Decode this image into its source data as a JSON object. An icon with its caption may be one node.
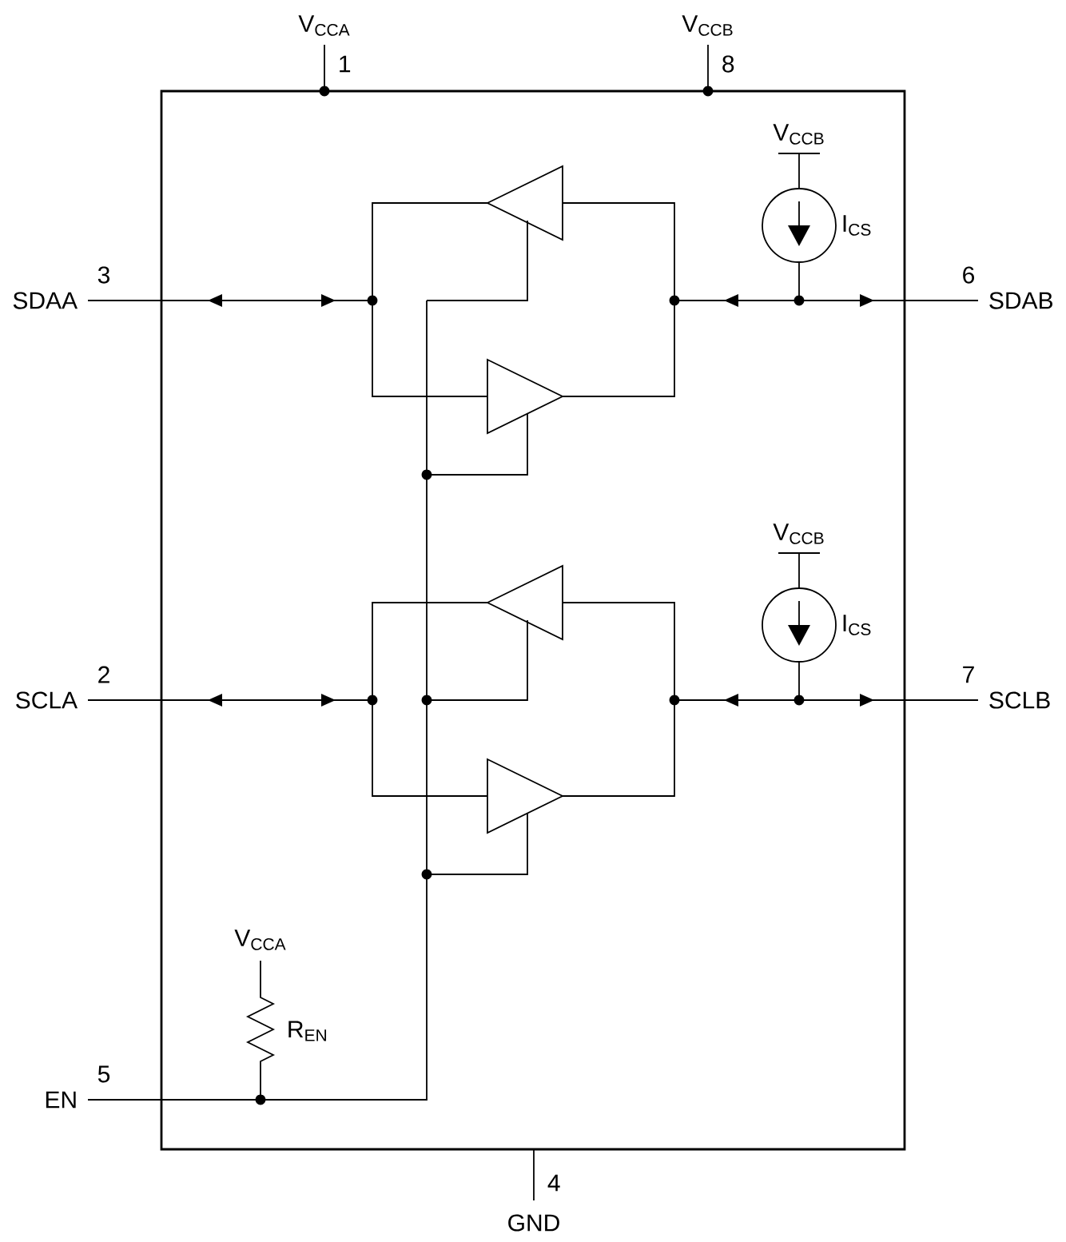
{
  "diagram": {
    "labels": [
      "V$_{CCA}$",
      "1",
      "V$_{CCB}$",
      "8",
      "V$_{CCB}$",
      "3",
      "SDAA",
      "I$_{CS}$",
      "6",
      "SDAB",
      "V$_{CCB}$",
      "I$_{CS}$",
      "2",
      "SCLA",
      "7",
      "SCLB",
      "V$_{CCA}$",
      "R$_{EN}$",
      "5",
      "EN",
      "4",
      "GND"
    ]
  }
}
